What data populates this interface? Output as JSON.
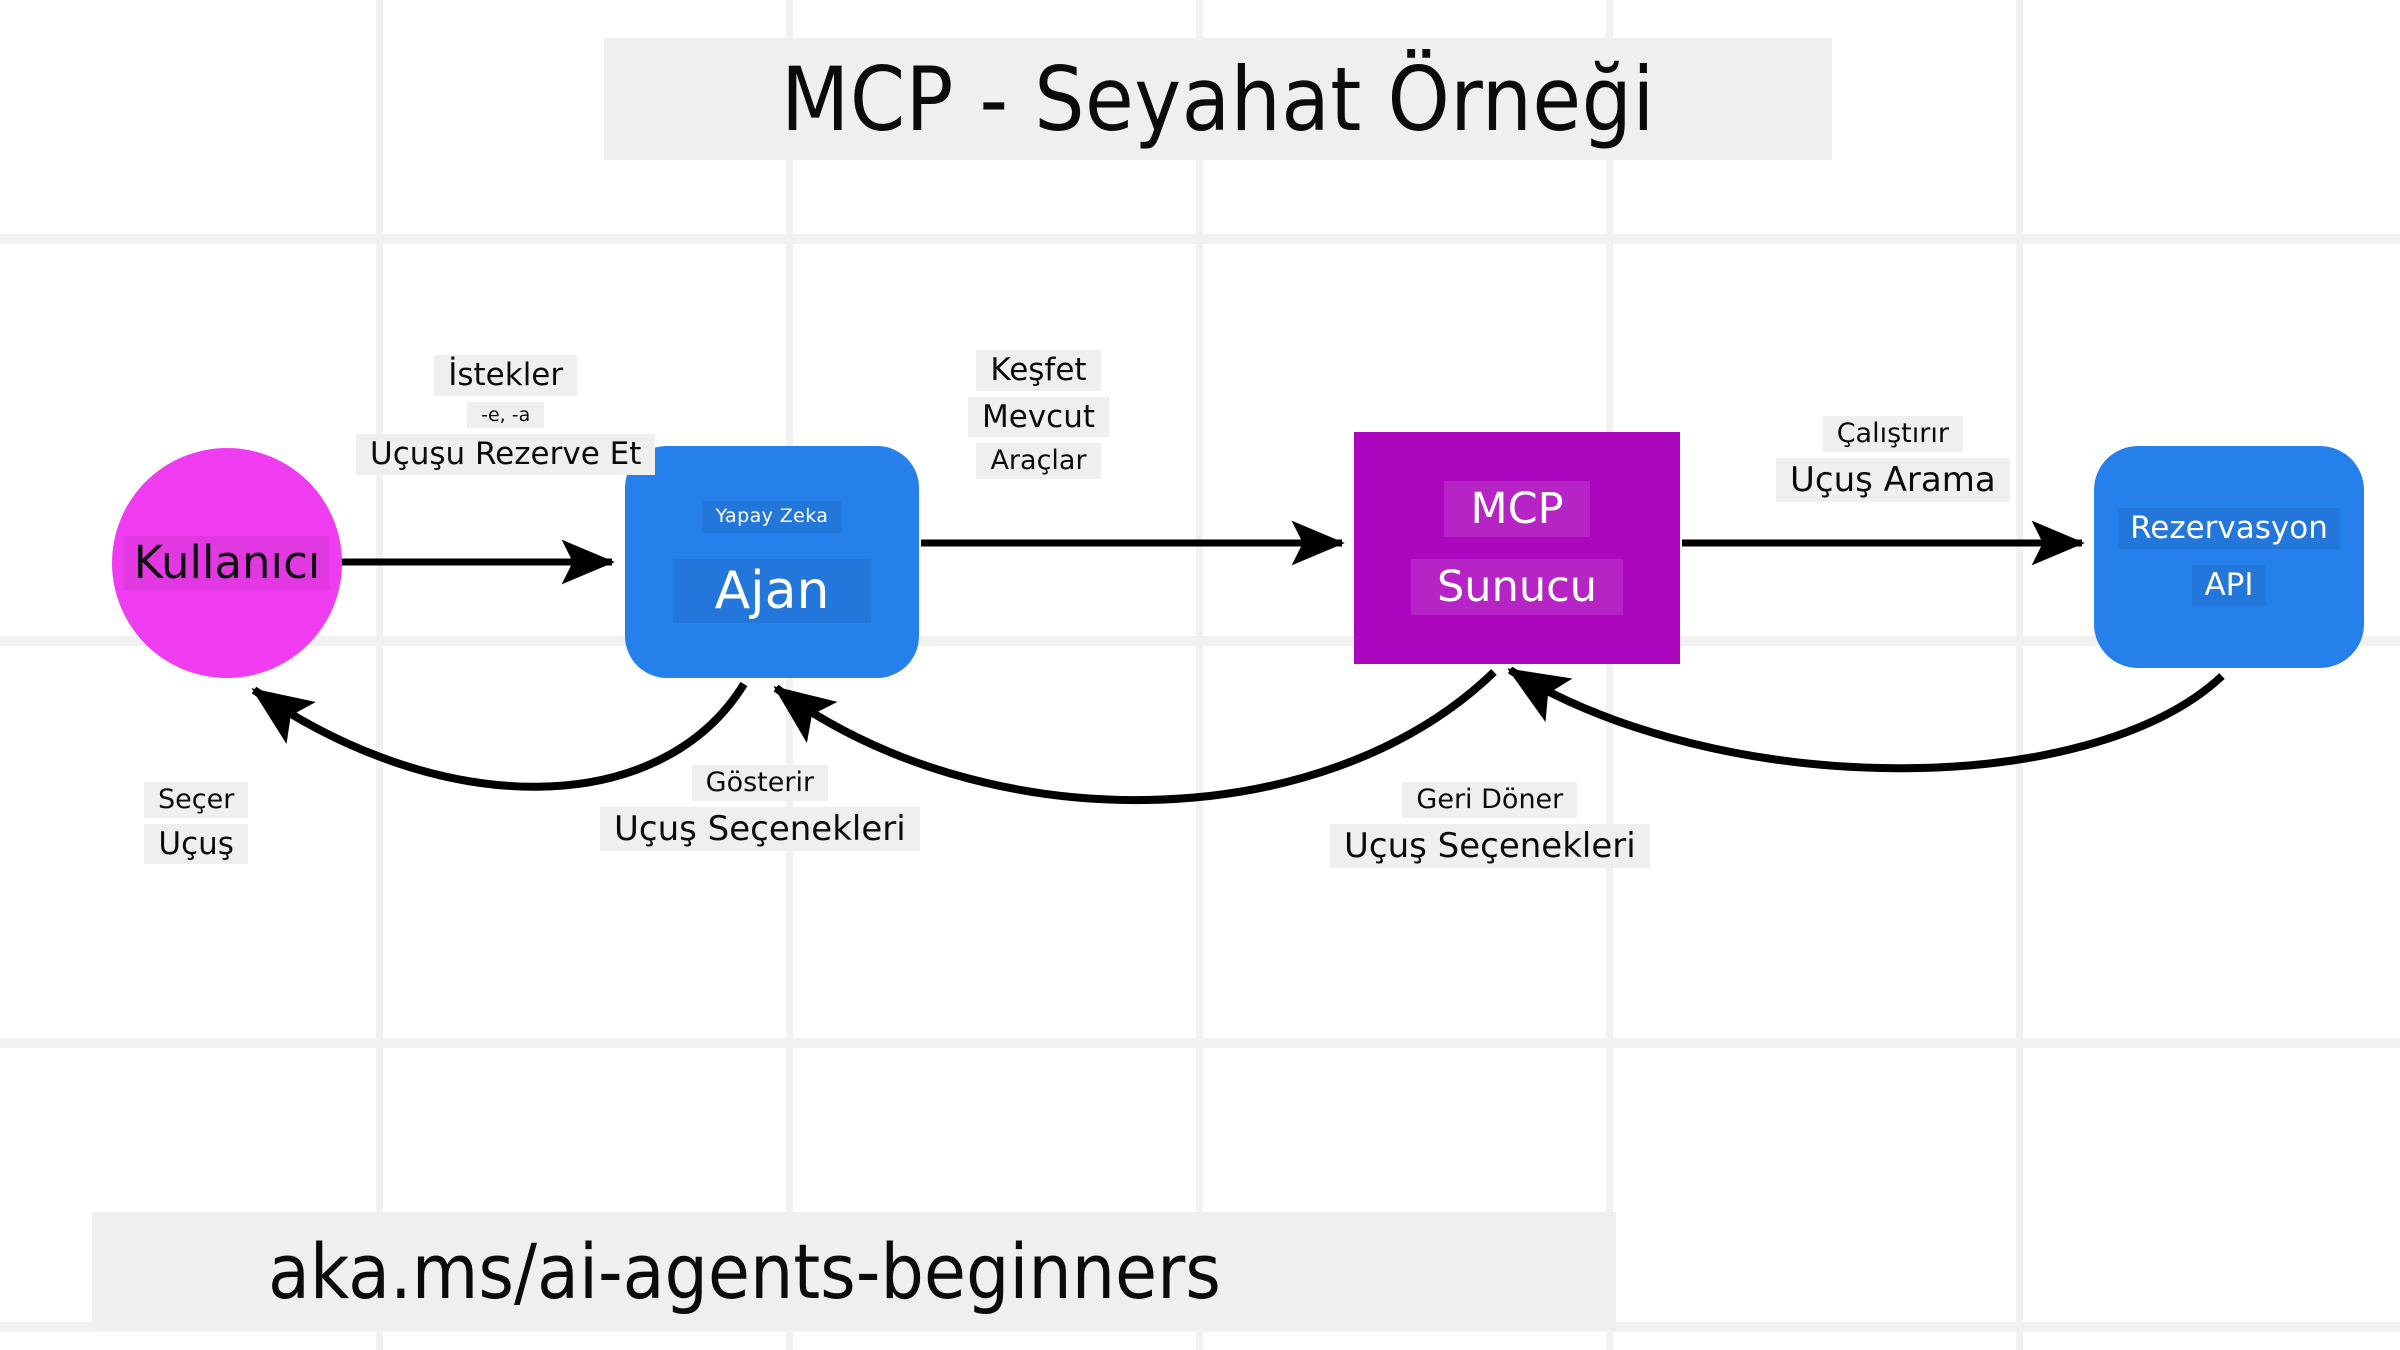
{
  "title": "MCP - Seyahat Örneği",
  "footer": "aka.ms/ai-agents-beginners",
  "nodes": {
    "user": {
      "label": "Kullanıcı",
      "color": "#f03cf0",
      "shape": "circle"
    },
    "agent": {
      "sub_label": "Yapay Zeka",
      "label": "Ajan",
      "color": "#2680eb",
      "shape": "rounded-rect"
    },
    "mcp": {
      "label_line1": "MCP",
      "label_line2": "Sunucu",
      "color": "#ac06bf",
      "shape": "rect"
    },
    "reservation": {
      "label_line1": "Rezervasyon",
      "label_line2": "API",
      "color": "#2680eb",
      "shape": "rounded-rect"
    }
  },
  "edges": {
    "user_to_agent": {
      "line1": "İstekler",
      "line2": "-e, -a",
      "line3": "Uçuşu Rezerve Et"
    },
    "agent_to_mcp": {
      "line1": "Keşfet",
      "line2": "Mevcut",
      "line3": "Araçlar"
    },
    "mcp_to_api": {
      "line1": "Çalıştırır",
      "line2": "Uçuş Arama"
    },
    "api_to_mcp": {
      "line1": "Geri Döner",
      "line2": "Uçuş Seçenekleri"
    },
    "mcp_to_agent": {
      "line1": "Gösterir",
      "line2": "Uçuş Seçenekleri"
    },
    "agent_to_user": {
      "line1": "Seçer",
      "line2": "Uçuş"
    }
  },
  "colors": {
    "background": "#ffffff",
    "grid": "#f1f1f1",
    "banner": "#efefef",
    "arrow": "#000000"
  }
}
